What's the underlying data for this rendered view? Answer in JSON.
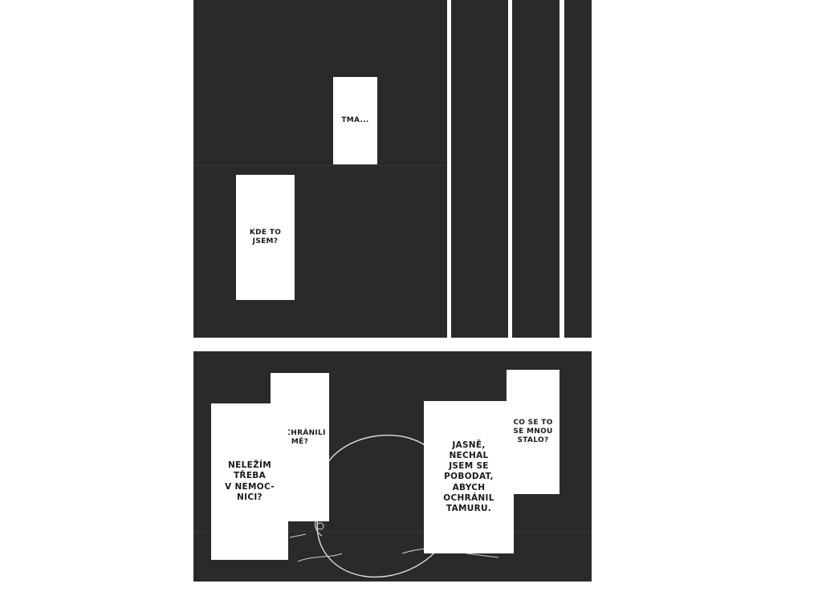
{
  "colors": {
    "panel": "#2a2a2a",
    "gutter": "#ffffff",
    "caption_bg": "#ffffff",
    "caption_text": "#1a1a1a"
  },
  "captions": {
    "tma": "TMA...",
    "kde_to_jsem_1": "KDE TO",
    "kde_to_jsem_2": "JSEM?",
    "zachranili_1": "ZACHRÁNILI",
    "zachranili_2": "MĚ?",
    "nelezim_1": "NELEŽÍM",
    "nelezim_2": "TŘEBA",
    "nelezim_3": "V NEMOC-",
    "nelezim_4": "NICI?",
    "co_se_1": "CO SE TO",
    "co_se_2": "SE MNOU",
    "co_se_3": "STALO?",
    "jasne_1": "JASNĚ,",
    "jasne_2": "NECHAL",
    "jasne_3": "JSEM SE",
    "jasne_4": "POBODAT,",
    "jasne_5": "ABYCH",
    "jasne_6": "OCHRÁNIL",
    "jasne_7": "TAMURU."
  }
}
